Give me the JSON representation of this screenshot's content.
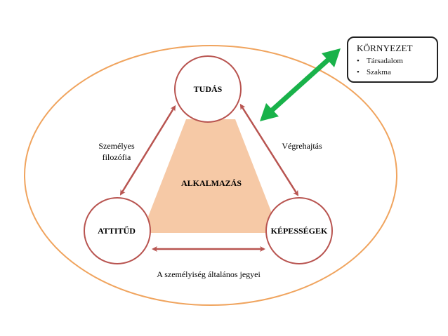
{
  "nodes": {
    "top": "TUDÁS",
    "left": "ATTITŰD",
    "right": "KÉPESSÉGEK"
  },
  "center": "ALKALMAZÁS",
  "edges": {
    "left_line1": "Személyes",
    "left_line2": "filozófia",
    "right": "Végrehajtás",
    "bottom": "A személyiség általános jegyei"
  },
  "environment": {
    "title": "KÖRNYEZET",
    "items": [
      "Társadalom",
      "Szakma"
    ]
  },
  "colors": {
    "outer_ellipse": "#f0a45e",
    "triangle_fill": "#f6c9a6",
    "arrow_red": "#b85450",
    "arrow_green": "#19b24a",
    "node_stroke": "#b85450"
  }
}
